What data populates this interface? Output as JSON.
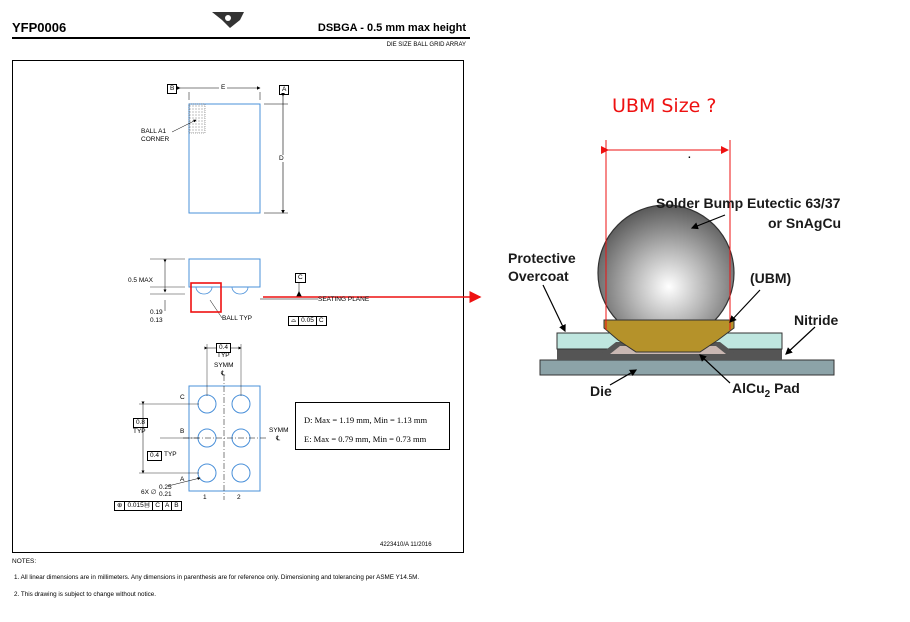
{
  "header": {
    "code": "YFP0006",
    "title": "DSBGA - 0.5 mm max height",
    "subtitle": "DIE SIZE BALL GRID ARRAY"
  },
  "drawing": {
    "datum_b": "B",
    "datum_a": "A",
    "dim_e": "E",
    "dim_d": "D",
    "ball_a1_line1": "BALL A1",
    "ball_a1_line2": "CORNER",
    "max_height": "0.5 MAX",
    "standoff_max": "0.19",
    "standoff_min": "0.13",
    "ball_typ": "BALL TYP",
    "datum_c": "C",
    "seating_plane": "SEATING PLANE",
    "flatness_value": "0.05",
    "flatness_datum": "C",
    "pitch_x": "0.4",
    "typ": "TYP",
    "symm": "SYMM",
    "cl": "℄",
    "pitch_y": "0.8",
    "pitch_y2": "0.4",
    "row_c": "C",
    "row_b": "B",
    "row_a": "A",
    "col_1": "1",
    "col_2": "2",
    "ball_count_dia": "6X ∅",
    "ball_dia_max": "0.25",
    "ball_dia_min": "0.21",
    "position_tol": "0.015Ⓜ",
    "pos_datum_c": "C",
    "pos_datum_a": "A",
    "pos_datum_b": "B",
    "dim_table_d": "D: Max =  1.19 mm, Min = 1.13 mm",
    "dim_table_e": "E: Max =  0.79 mm, Min = 0.73 mm",
    "doc_number": "4223410/A   11/2016"
  },
  "notes": {
    "heading": "NOTES:",
    "note1": "1. All linear dimensions are in millimeters. Any dimensions in parenthesis are for reference only. Dimensioning and tolerancing per ASME Y14.5M.",
    "note2": "2. This drawing is subject to change without notice."
  },
  "cross_section": {
    "question": "UBM Size ?",
    "dot": ".",
    "solder_bump_line1": "Solder Bump Eutectic 63/37",
    "solder_bump_line2": "or SnAgCu",
    "protective_line1": "Protective",
    "protective_line2": "Overcoat",
    "ubm": "(UBM)",
    "nitride": "Nitride",
    "die": "Die",
    "alcu_pad": "AlCu",
    "alcu_sub": "2",
    "alcu_pad_suffix": " Pad"
  },
  "colors": {
    "annotation_red": "#e11111",
    "package_blue": "#4a90d9",
    "overcoat": "#bfe6df",
    "ubm": "#b5922a",
    "die": "#8ca3a8"
  }
}
